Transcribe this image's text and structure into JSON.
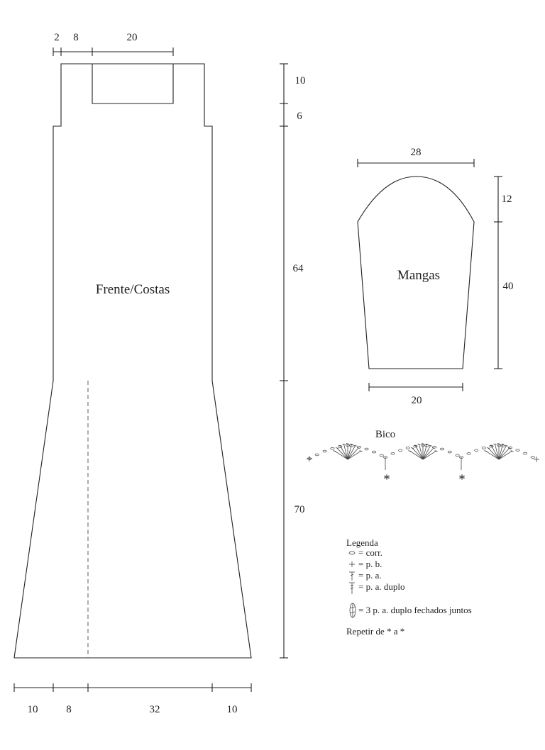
{
  "front_back": {
    "label": "Frente/Costas",
    "top_widths": [
      "2",
      "8",
      "20"
    ],
    "heights": [
      "10",
      "6",
      "64",
      "70"
    ],
    "bottom_widths": [
      "10",
      "8",
      "32",
      "10"
    ]
  },
  "sleeves": {
    "label": "Mangas",
    "top_width": "28",
    "heights": [
      "12",
      "40"
    ],
    "bottom_width": "20"
  },
  "edging": {
    "label": "Bico",
    "repeat_marks": [
      "*",
      "*"
    ]
  },
  "legend": {
    "title": "Legenda",
    "items": [
      {
        "icon": "chain-stitch-icon",
        "text": "= corr."
      },
      {
        "icon": "single-crochet-icon",
        "text": "= p. b."
      },
      {
        "icon": "double-crochet-icon",
        "text": "= p. a."
      },
      {
        "icon": "treble-crochet-icon",
        "text": "= p. a. duplo"
      },
      {
        "icon": "cluster-stitch-icon",
        "text": "= 3 p. a. duplo fechados juntos"
      }
    ],
    "note": "Repetir de * a *"
  }
}
